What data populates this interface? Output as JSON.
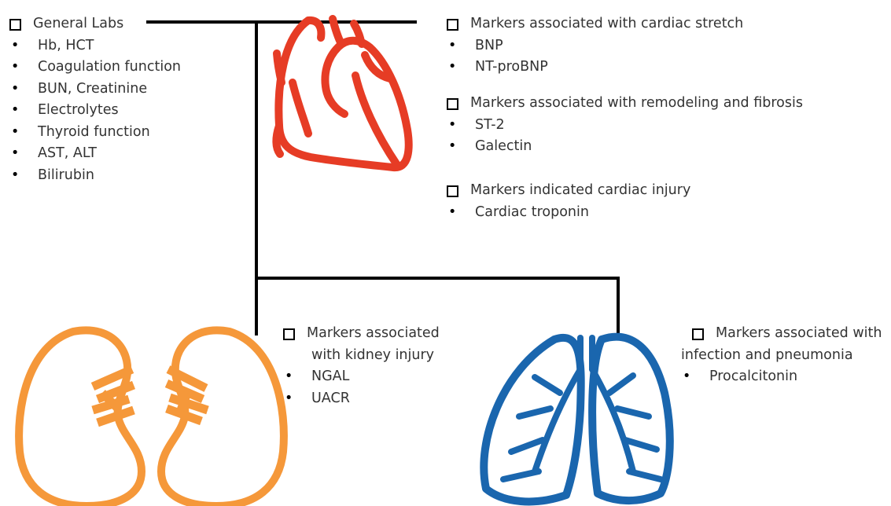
{
  "colors": {
    "line": "#000000",
    "heart": "#e63c25",
    "kidney": "#f5983a",
    "lung": "#1a66ae",
    "text": "#333333"
  },
  "icons": [
    "heart-icon",
    "kidney-left-icon",
    "kidney-right-icon",
    "lungs-icon"
  ],
  "general_labs": {
    "heading": "General Labs",
    "items": [
      "Hb, HCT",
      "Coagulation function",
      "BUN, Creatinine",
      "Electrolytes",
      "Thyroid function",
      "AST, ALT",
      "Bilirubin"
    ]
  },
  "cardiac": {
    "stretch": {
      "heading": "Markers associated with cardiac stretch",
      "items": [
        "BNP",
        "NT-proBNP"
      ]
    },
    "remodeling": {
      "heading": "Markers associated with remodeling and fibrosis",
      "items": [
        "ST-2",
        "Galectin"
      ]
    },
    "injury": {
      "heading": "Markers indicated cardiac injury",
      "items": [
        "Cardiac troponin"
      ]
    }
  },
  "kidney": {
    "heading_line1": "Markers associated",
    "heading_line2": "with kidney injury",
    "items": [
      "NGAL",
      "UACR"
    ]
  },
  "lung": {
    "heading_line1": "Markers associated with",
    "heading_line2": "infection and pneumonia",
    "items": [
      "Procalcitonin"
    ]
  }
}
